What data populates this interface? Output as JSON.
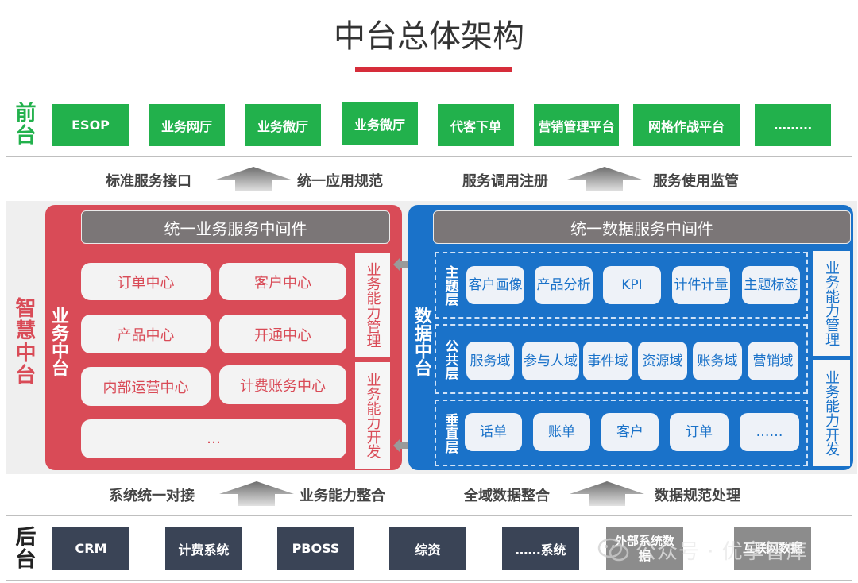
{
  "title": "中台总体架构",
  "front": {
    "label": "前台",
    "items": [
      "ESOP",
      "业务网厅",
      "业务微厅",
      "业务微厅",
      "代客下单",
      "营销管理平台",
      "网格作战平台",
      "………"
    ]
  },
  "connector_top": [
    "标准服务接口",
    "统一应用规范",
    "服务调用注册",
    "服务使用监管"
  ],
  "middle": {
    "label": "智慧中台",
    "business": {
      "label": "业务中台",
      "header": "统一业务服务中间件",
      "cards": [
        "订单中心",
        "客户中心",
        "产品中心",
        "开通中心",
        "内部运营中心",
        "计费账务中心",
        "…"
      ],
      "side": [
        "业务能力管理",
        "业务能力开发"
      ]
    },
    "data": {
      "label": "数据中台",
      "header": "统一数据服务中间件",
      "layers": [
        {
          "name": "主题层",
          "items": [
            "客户画像",
            "产品分析",
            "KPI",
            "计件计量",
            "主题标签"
          ]
        },
        {
          "name": "公共层",
          "items": [
            "服务域",
            "参与人域",
            "事件域",
            "资源域",
            "账务域",
            "营销域"
          ]
        },
        {
          "name": "垂直层",
          "items": [
            "话单",
            "账单",
            "客户",
            "订单",
            "……"
          ]
        }
      ],
      "side": [
        "业务能力管理",
        "业务能力开发"
      ]
    }
  },
  "connector_bottom": [
    "系统统一对接",
    "业务能力整合",
    "全域数据整合",
    "数据规范处理"
  ],
  "back": {
    "label": "后台",
    "items": [
      "CRM",
      "计费系统",
      "PBOSS",
      "综资",
      "……系统",
      "外部系统数据",
      "互联网数据"
    ]
  },
  "watermark": "公众号 · 优享智库",
  "colors": {
    "front": "#22b14c",
    "business": "#d94b57",
    "data": "#1a72c9",
    "back": "#3a4456",
    "accent": "#d62d3a"
  }
}
